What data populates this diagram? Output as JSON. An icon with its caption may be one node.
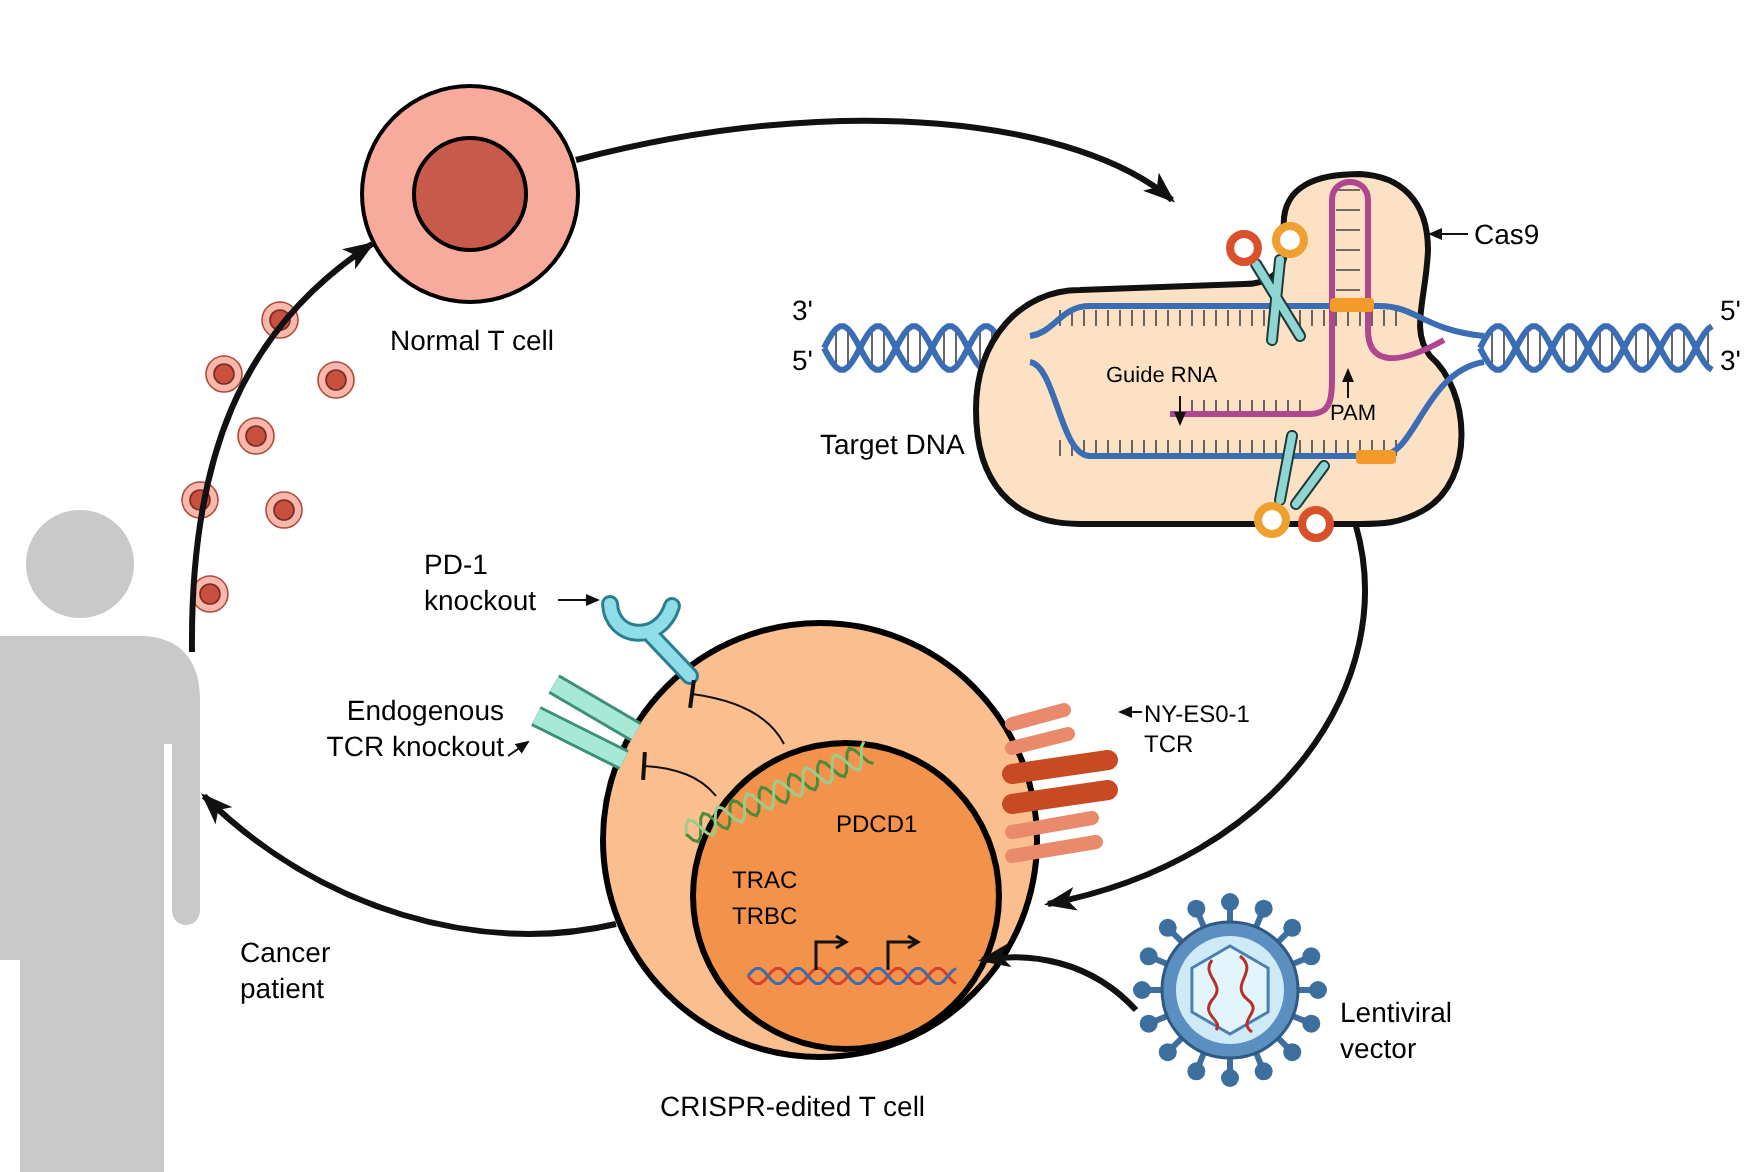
{
  "diagram": {
    "nodes": [
      {
        "text": [],
        "shape": "circle",
        "beside": [
          "Normal T cell"
        ]
      },
      {
        "text": [],
        "shape": "picture"
      },
      {
        "text": [
          "Cas9"
        ]
      },
      {
        "text": [
          "Guide RNA"
        ],
        "in": 1
      },
      {
        "text": [
          "PAM"
        ],
        "in": 1
      },
      {
        "text": [],
        "shape": "circle",
        "beside": [
          "CRISPR-edited T cell"
        ]
      },
      {
        "text": [
          "PDCD1",
          "TRAC TRBC"
        ],
        "in": 5
      },
      {
        "text": [
          "PD-1 knockout"
        ]
      },
      {
        "text": [
          "Endogenous TCR knockout"
        ]
      },
      {
        "text": [
          "NY-ES0-1 TCR"
        ]
      },
      {
        "text": [],
        "shape": "picture",
        "beside": [
          "Lentiviral vector"
        ]
      },
      {
        "text": [],
        "shape": "person",
        "beside": [
          "Cancer patient"
        ]
      },
      {
        "text": [],
        "shape": "picture"
      },
      {
        "text": [],
        "shape": "picture"
      },
      {
        "text": [],
        "shape": "picture"
      }
    ],
    "edges": [
      {
        "from": 0,
        "to": 1,
        "arrow": "to",
        "style": "thick"
      },
      {
        "from": 2,
        "to": 1,
        "arrow": "to"
      },
      {
        "from": 3,
        "to": null,
        "arrow": "to"
      },
      {
        "from": 4,
        "to": null,
        "arrow": "to"
      },
      {
        "from": 1,
        "to": 5,
        "arrow": "to",
        "style": "thick"
      },
      {
        "from": 7,
        "to": 12,
        "arrow": "to"
      },
      {
        "from": 8,
        "to": 13,
        "arrow": "to"
      },
      {
        "from": 9,
        "to": 14,
        "arrow": "to"
      },
      {
        "from": 10,
        "to": 6,
        "arrow": "to",
        "style": "thick"
      },
      {
        "from": 5,
        "to": 11,
        "arrow": "to",
        "style": "thick"
      },
      {
        "from": 11,
        "to": 0,
        "arrow": "to",
        "style": "thick"
      },
      {
        "from": 6,
        "to": 12,
        "arrow": "other"
      },
      {
        "from": 6,
        "to": 13,
        "arrow": "other"
      }
    ],
    "labels": [
      "3'",
      "5'",
      "5'",
      "3'",
      "Target DNA"
    ]
  }
}
